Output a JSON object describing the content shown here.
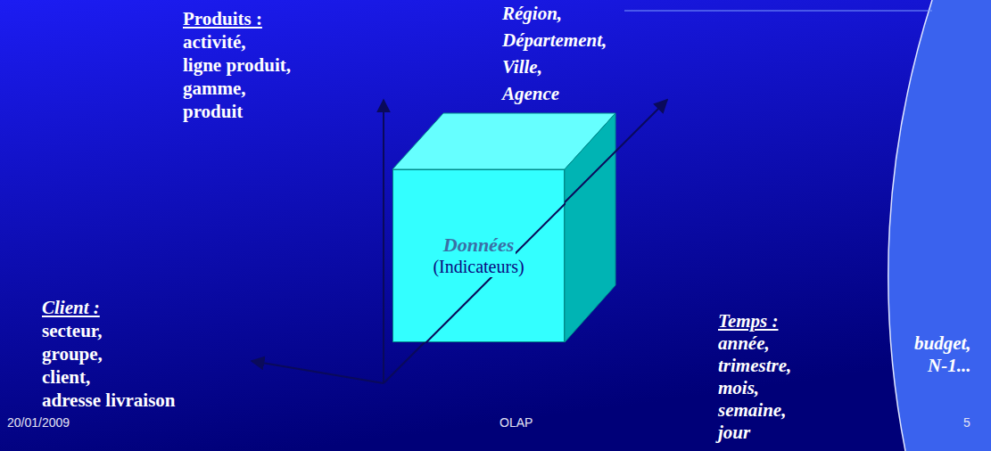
{
  "diagram": {
    "nodes": [
      {
        "text": [
          "Données",
          "(Indicateurs)"
        ]
      }
    ],
    "labels": [
      "Région,",
      "Département,",
      "Ville,",
      "Agence",
      "Produits :",
      "activité,",
      "ligne produit,",
      "gamme,",
      "produit",
      "Client :",
      "secteur,",
      "groupe,",
      "client,",
      "adresse livraison",
      "Temps :",
      "année,",
      "budget,",
      "trimestre,",
      "N-1...",
      "mois,",
      "semaine,",
      "jour",
      "20/01/2009",
      "OLAP",
      "5"
    ]
  }
}
